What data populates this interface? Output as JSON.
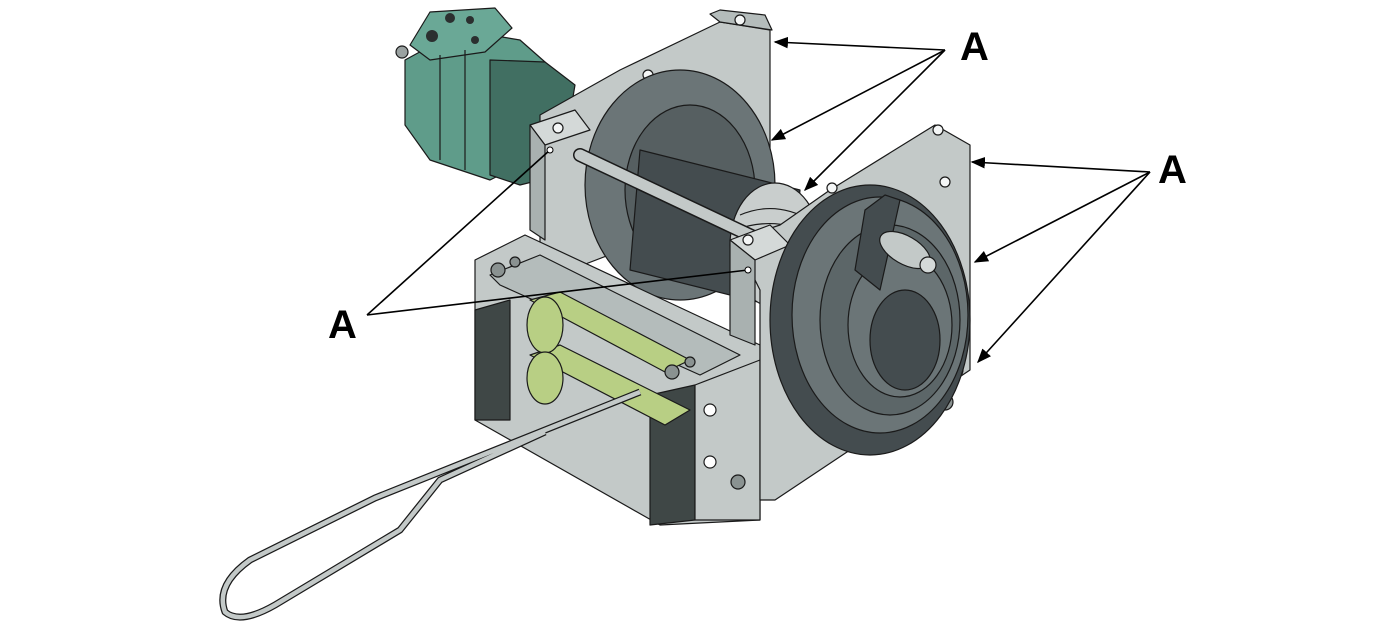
{
  "figure": {
    "description_type": "technical-illustration",
    "colors": {
      "frame": "#c3c9c8",
      "frame_dark": "#9ea6a6",
      "drum_dark": "#444c4f",
      "drum_mid": "#6b7577",
      "motor_green": "#5f9c8a",
      "roller_yellow": "#b8cf84",
      "roller_dark": "#3f4746"
    }
  },
  "callouts": {
    "top_right": "A",
    "mid_right": "A",
    "left": "A"
  }
}
